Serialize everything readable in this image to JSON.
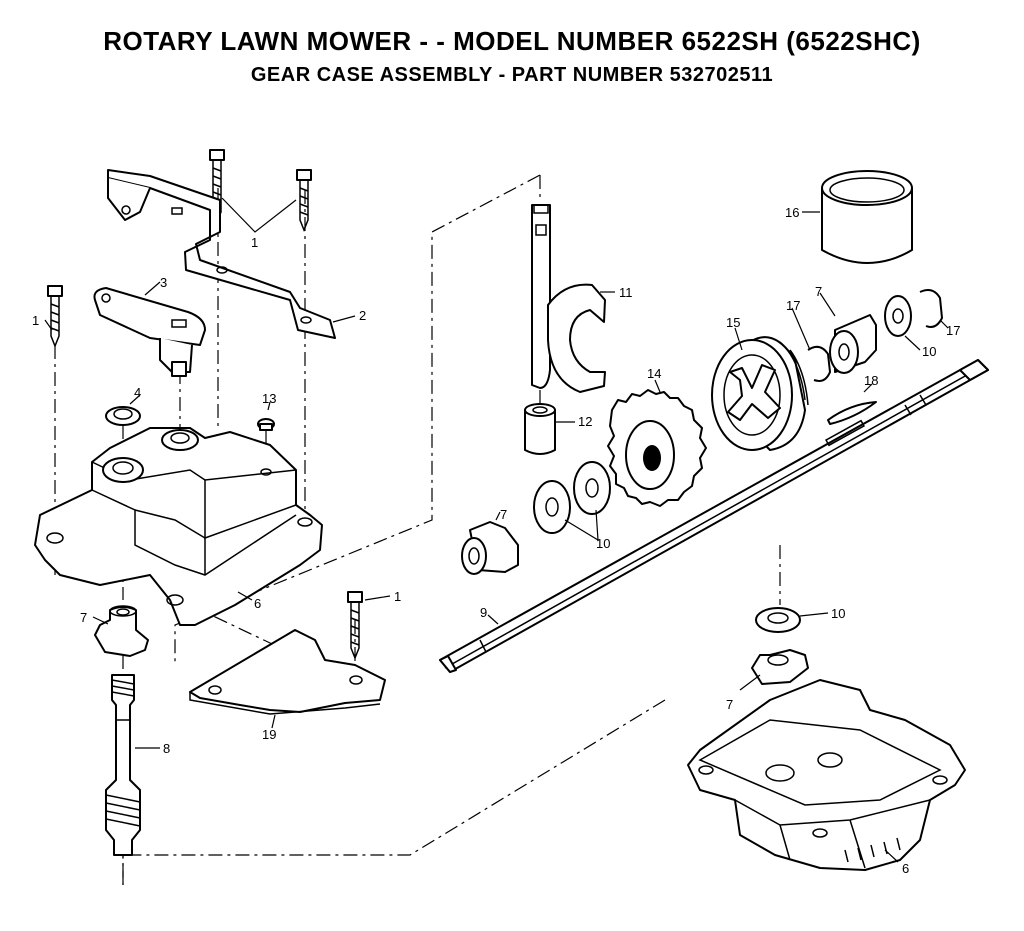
{
  "header": {
    "title": "ROTARY LAWN MOWER - - MODEL NUMBER 6522SH (6522SHC)",
    "subtitle": "GEAR CASE ASSEMBLY - PART NUMBER 532702511"
  },
  "callouts": {
    "c1a": "1",
    "c1b": "1",
    "c1c": "1",
    "c2": "2",
    "c3": "3",
    "c4": "4",
    "c6a": "6",
    "c6b": "6",
    "c7a": "7",
    "c7b": "7",
    "c7c": "7",
    "c7d": "7",
    "c8": "8",
    "c9": "9",
    "c10a": "10",
    "c10b": "10",
    "c10c": "10",
    "c11": "11",
    "c12": "12",
    "c13": "13",
    "c14": "14",
    "c15": "15",
    "c16": "16",
    "c17a": "17",
    "c17b": "17",
    "c18": "18",
    "c19": "19"
  }
}
